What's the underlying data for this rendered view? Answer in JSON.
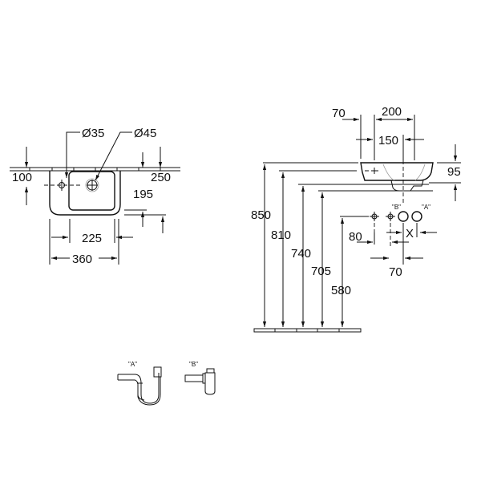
{
  "front_view": {
    "tap_hole": "Ø35",
    "waste_hole": "Ø45",
    "dims": {
      "tap_offset": "100",
      "wall_distance": "250",
      "bowl_depth": "195",
      "bowl_width": "225",
      "overall_width": "360"
    }
  },
  "side_view": {
    "dims": {
      "offset": "70",
      "width": "200",
      "drain": "150",
      "height_basin": "95",
      "rim_height": "850",
      "h810": "810",
      "h740": "740",
      "h705": "705",
      "h580": "580",
      "spacing80": "80",
      "spacing70": "70",
      "x_label": "X"
    },
    "labels": {
      "b": "\"B\"",
      "a": "\"A\""
    }
  },
  "traps": {
    "a_label": "\"A\"",
    "b_label": "\"B\""
  }
}
